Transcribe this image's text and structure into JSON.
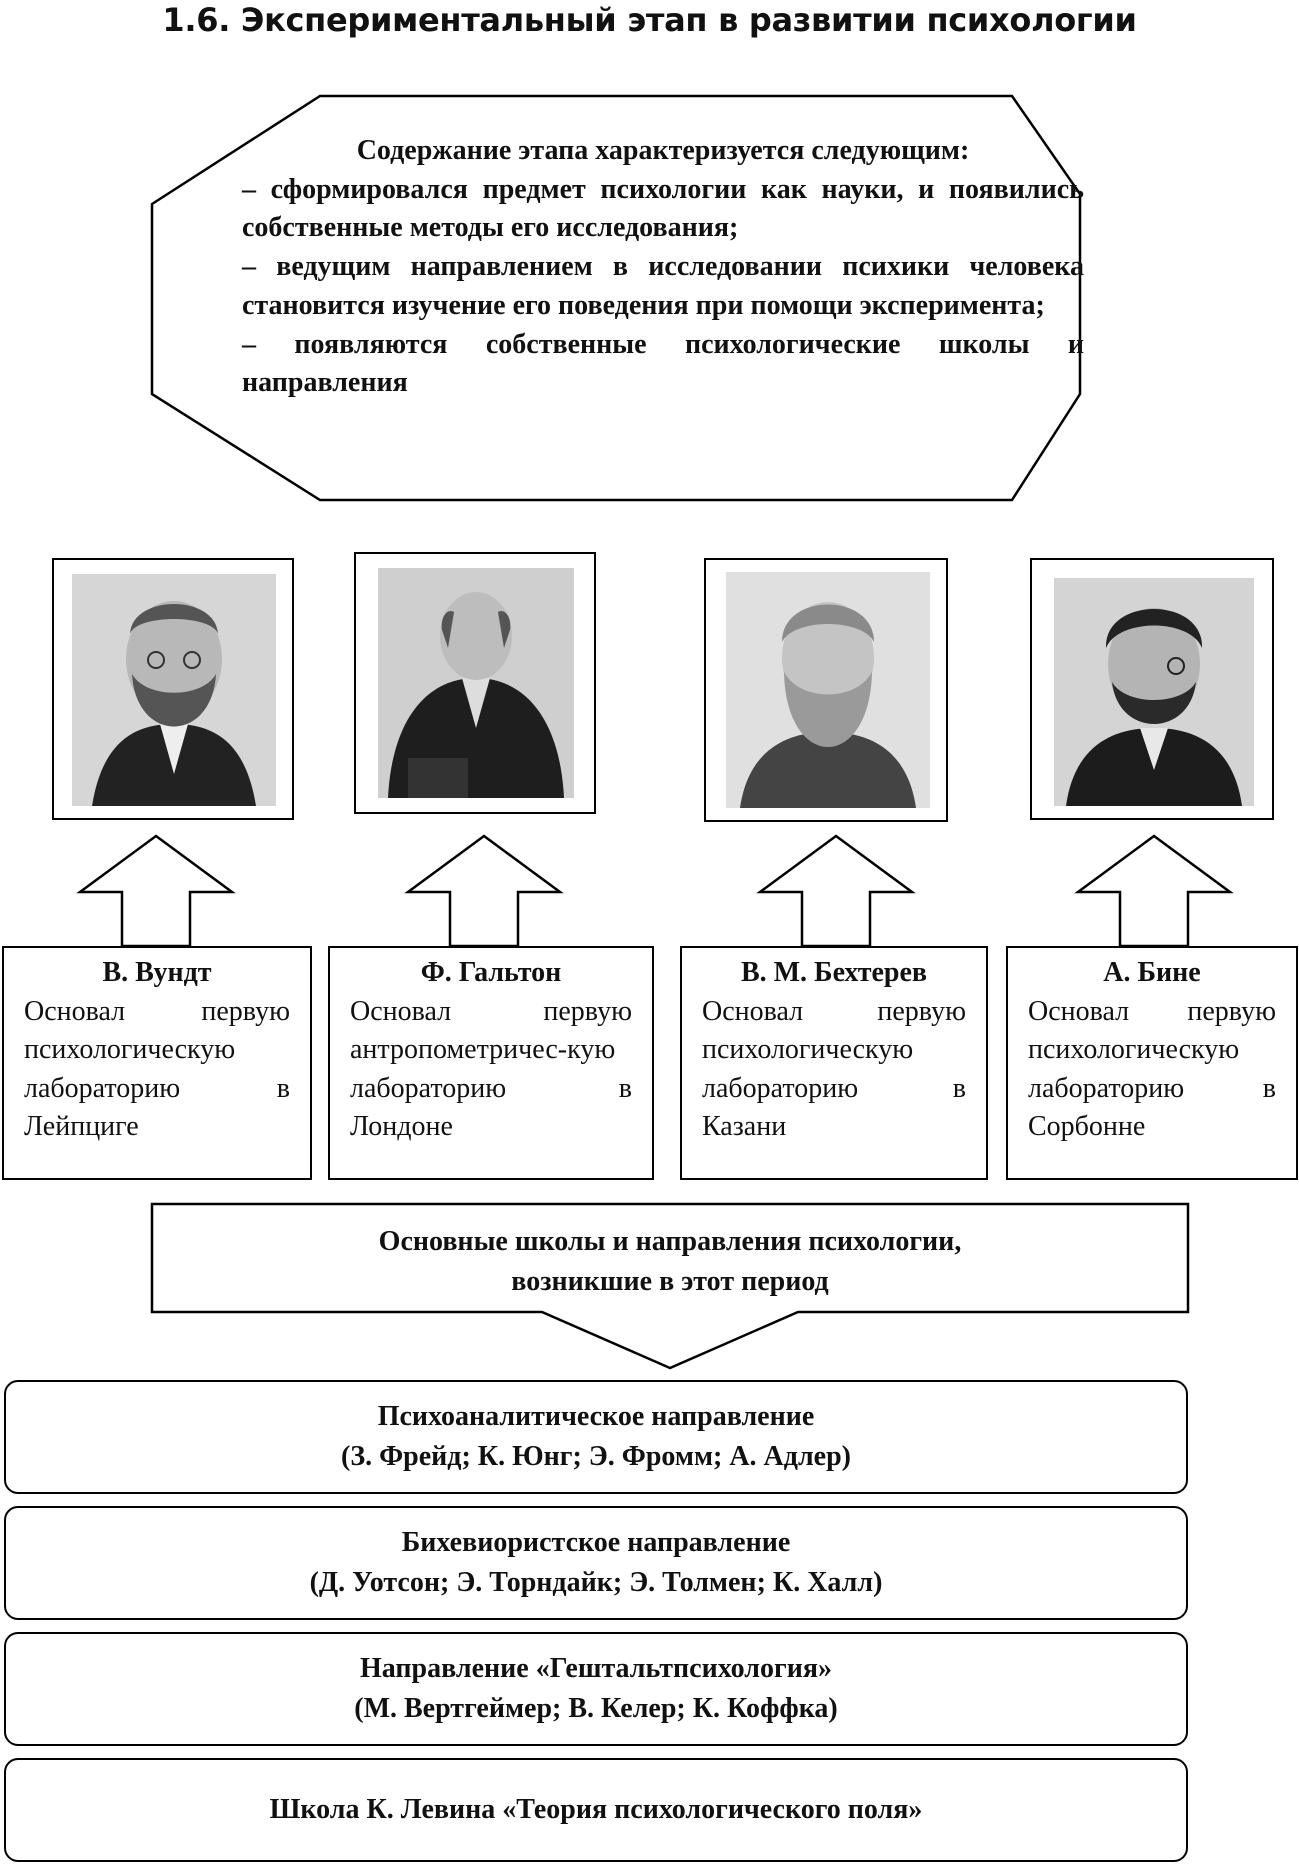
{
  "title": "1.6. Экспериментальный этап в развитии психологии",
  "intro": {
    "heading": "Содержание этапа характеризуется следующим:",
    "items": [
      "– сформировался предмет психологии как науки, и появились собственные методы его исследования;",
      "– ведущим направлением в исследовании психики человека становится изучение его поведения при помощи эксперимента;",
      "– появляются собственные психологические школы и направления"
    ]
  },
  "scientists": [
    {
      "name": "В. Вундт",
      "desc": "Основал первую психологическую лабораторию в Лейпциге"
    },
    {
      "name": "Ф. Гальтон",
      "desc": "Основал первую антропометричес-кую лабораторию в Лондоне"
    },
    {
      "name": "В. М. Бехтерев",
      "desc": "Основал первую психологическую лабораторию в Казани"
    },
    {
      "name": "А. Бине",
      "desc": "Основал первую психологическую лабораторию в Сорбонне"
    }
  ],
  "schools_heading": {
    "line1": "Основные школы и направления психологии,",
    "line2": "возникшие в этот период"
  },
  "schools": [
    {
      "line1": "Психоаналитическое направление",
      "line2": "(З. Фрейд; К. Юнг; Э. Фромм; А. Адлер)"
    },
    {
      "line1": "Бихевиористское  направление",
      "line2": "(Д. Уотсон; Э. Торндайк; Э. Толмен; К. Халл)"
    },
    {
      "line1": "Направление «Гештальтпсихология»",
      "line2": "(М. Вертгеймер; В. Келер; К. Коффка)"
    },
    {
      "line1": "Школа К. Левина «Теория психологического поля»"
    }
  ]
}
